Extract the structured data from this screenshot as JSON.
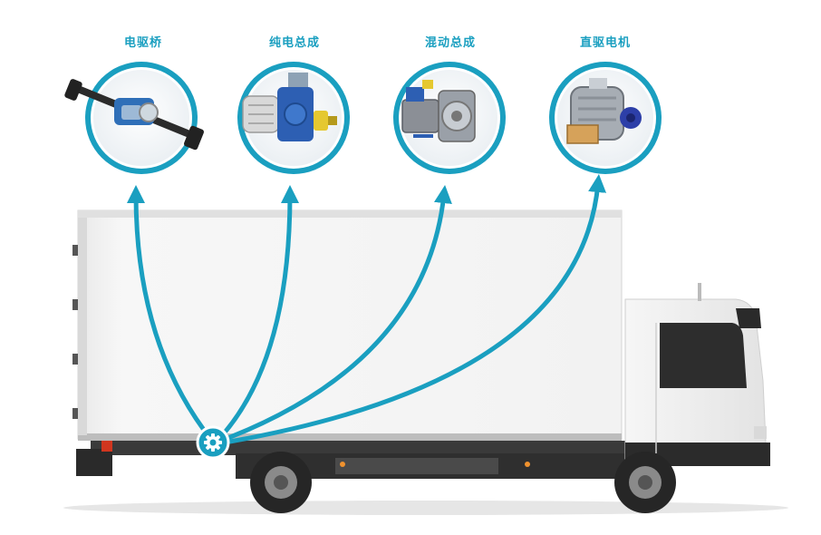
{
  "products": [
    {
      "label": "电驱桥",
      "icon": "e-axle-icon"
    },
    {
      "label": "纯电总成",
      "icon": "ev-powertrain-icon"
    },
    {
      "label": "混动总成",
      "icon": "hybrid-powertrain-icon"
    },
    {
      "label": "直驱电机",
      "icon": "direct-drive-motor-icon"
    }
  ],
  "colors": {
    "accent": "#1a9fc0",
    "truck": "#f4f4f4",
    "chassis": "#3a3a3a"
  },
  "hub_icon": "gear-icon"
}
